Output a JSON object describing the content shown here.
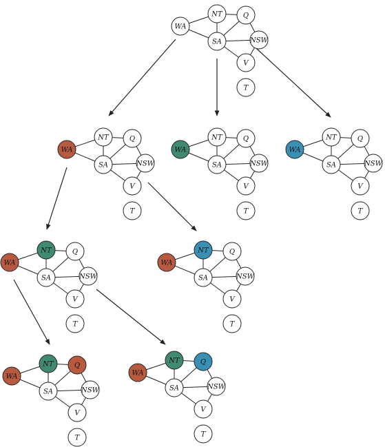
{
  "colors": {
    "unassigned": "#ffffff",
    "red": "#b85a40",
    "green": "#3f8a70",
    "blue": "#3a8fb4"
  },
  "node_labels": {
    "WA": "WA",
    "NT": "NT",
    "Q": "Q",
    "SA": "SA",
    "NSW": "NSW",
    "V": "V",
    "T": "T"
  },
  "map_edges": [
    [
      "WA",
      "NT"
    ],
    [
      "WA",
      "SA"
    ],
    [
      "NT",
      "Q"
    ],
    [
      "NT",
      "SA"
    ],
    [
      "Q",
      "SA"
    ],
    [
      "Q",
      "NSW"
    ],
    [
      "SA",
      "NSW"
    ],
    [
      "SA",
      "V"
    ],
    [
      "NSW",
      "V"
    ]
  ],
  "states": [
    {
      "id": "root",
      "assignment": {}
    },
    {
      "id": "wa-red",
      "assignment": {
        "WA": "red"
      }
    },
    {
      "id": "wa-green",
      "assignment": {
        "WA": "green"
      }
    },
    {
      "id": "wa-blue",
      "assignment": {
        "WA": "blue"
      }
    },
    {
      "id": "wa-red-nt-green",
      "assignment": {
        "WA": "red",
        "NT": "green"
      }
    },
    {
      "id": "wa-red-nt-blue",
      "assignment": {
        "WA": "red",
        "NT": "blue"
      }
    },
    {
      "id": "wa-red-nt-green-q-red",
      "assignment": {
        "WA": "red",
        "NT": "green",
        "Q": "red"
      }
    },
    {
      "id": "wa-red-nt-green-q-blue",
      "assignment": {
        "WA": "red",
        "NT": "green",
        "Q": "blue"
      }
    }
  ],
  "search_edges": [
    [
      "root",
      "wa-red"
    ],
    [
      "root",
      "wa-green"
    ],
    [
      "root",
      "wa-blue"
    ],
    [
      "wa-red",
      "wa-red-nt-green"
    ],
    [
      "wa-red",
      "wa-red-nt-blue"
    ],
    [
      "wa-red-nt-green",
      "wa-red-nt-green-q-red"
    ],
    [
      "wa-red-nt-green",
      "wa-red-nt-green-q-blue"
    ]
  ]
}
